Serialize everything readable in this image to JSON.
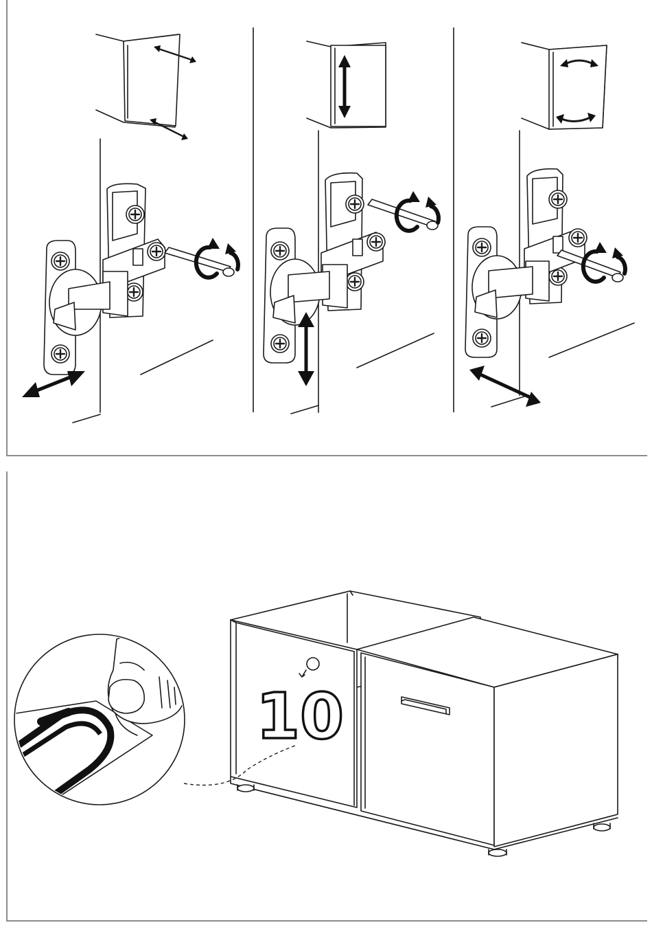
{
  "figure": {
    "step_sticker_number": "10",
    "panels": [
      {
        "id": "top",
        "description_name": "hinge-adjustment-panel"
      },
      {
        "id": "bottom",
        "description_name": "sticker-placement-panel"
      }
    ],
    "hinge_steps": [
      {
        "name": "side-adjustment",
        "arrow": "double-horizontal"
      },
      {
        "name": "height-adjustment",
        "arrow": "double-vertical"
      },
      {
        "name": "depth-adjustment",
        "arrow": "double-diagonal"
      }
    ],
    "colors": {
      "line": "#1a1a1a",
      "frame": "#8c8c8c",
      "background": "#ffffff"
    }
  }
}
